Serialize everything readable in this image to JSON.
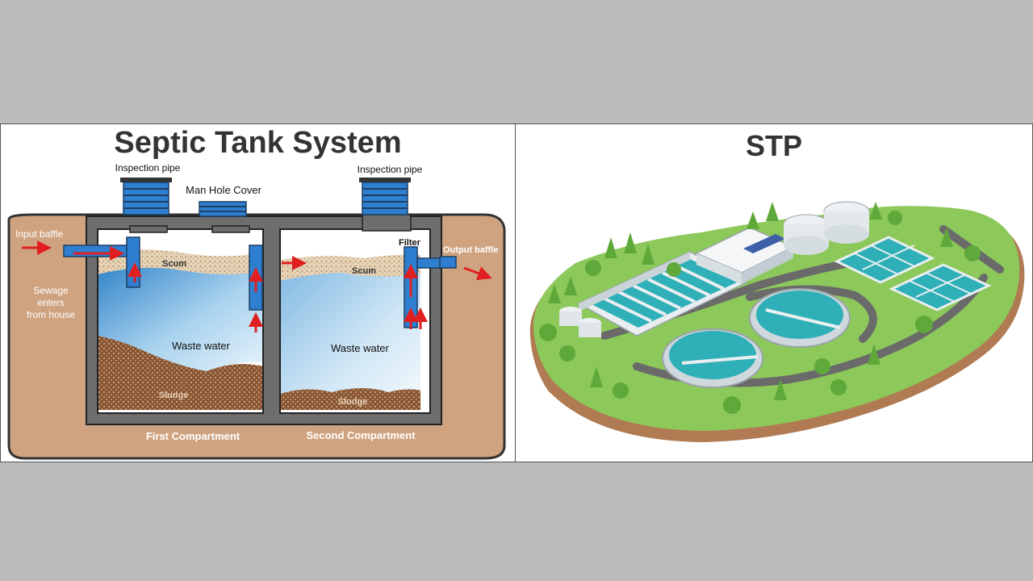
{
  "septic": {
    "title": "Septic Tank System",
    "labels": {
      "inspection_pipe_left": "Inspection pipe",
      "inspection_pipe_right": "Inspection pipe",
      "man_hole_cover": "Man Hole Cover",
      "input_baffle": "Input baffle",
      "output_baffle": "Output baffle",
      "filter": "Filter",
      "sewage_line1": "Sewage",
      "sewage_line2": "enters",
      "sewage_line3": "from house",
      "scum_1": "Scum",
      "scum_2": "Scum",
      "waste_water_1": "Waste water",
      "waste_water_2": "Waste water",
      "sludge_1": "Sludge",
      "sludge_2": "Sludge",
      "first_compartment": "First Compartment",
      "second_compartment": "Second Compartment"
    },
    "colors": {
      "soil": "#cfa380",
      "tank_wall": "#6e6e6e",
      "water": "#bfe0f2",
      "water_deep": "#3f8fd0",
      "sludge": "#8a5632",
      "scum": "#dcc7a8",
      "pipe_blue": "#2f7fd0",
      "flow_arrow": "#e02020"
    }
  },
  "stp": {
    "title": "STP",
    "colors": {
      "grass": "#8cc85a",
      "ground_edge": "#b07a52",
      "road": "#6a6a6a",
      "water": "#2fb0b8",
      "tree": "#5fa83a"
    }
  }
}
